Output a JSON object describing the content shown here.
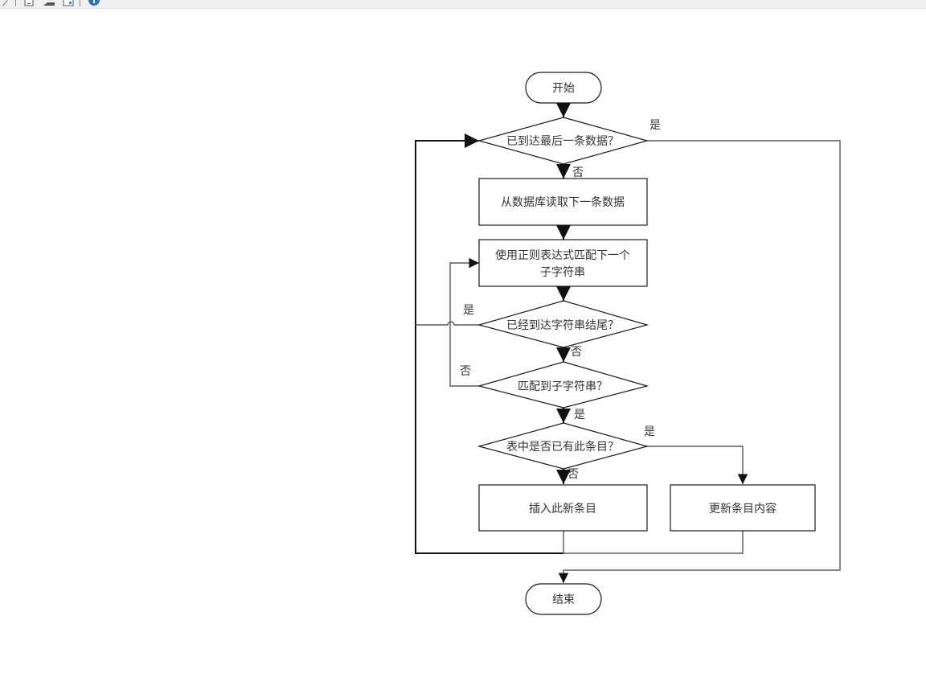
{
  "toolbar": {
    "icons": [
      "pencil-icon",
      "page-icon",
      "eraser-icon",
      "window-icon",
      "info-icon"
    ]
  },
  "flowchart": {
    "start": "开始",
    "end": "结束",
    "decision_last_record": "已到达最后一条数据？",
    "read_next_record": "从数据库读取下一条数据",
    "regex_match_line1": "使用正则表达式匹配下一个",
    "regex_match_line2": "子字符串",
    "decision_end_of_string": "已经到达字符串结尾？",
    "decision_substring_matched": "匹配到子字符串？",
    "decision_entry_exists": "表中是否已有此条目？",
    "insert_entry": "插入此新条目",
    "update_entry": "更新条目内容",
    "labels": {
      "yes": "是",
      "no": "否"
    }
  }
}
